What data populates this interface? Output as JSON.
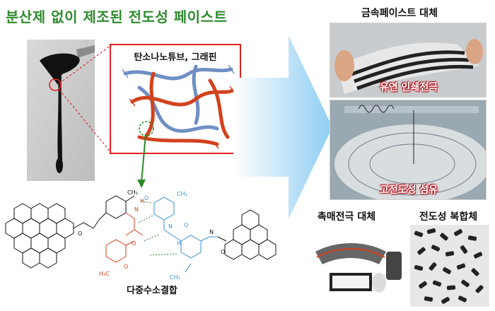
{
  "title": "분산제 없이 제조된 전도성 페이스트",
  "zoom_label": "탄소나노튜브, 그래핀",
  "molecule": {
    "caption": "다중수소결합",
    "atoms": {
      "ch3": "CH₃",
      "h3c": "H₃C",
      "o": "O",
      "n": "N",
      "h": "H"
    }
  },
  "applications": {
    "metal_paste_title": "금속페이스트 대체",
    "flexible_caption": "유연 인쇄전극",
    "fiber_caption": "고전도성 섬유",
    "catalyst_title": "촉매전극 대체",
    "composite_title": "전도성 복합체"
  },
  "colors": {
    "title_green": "#2e8b2e",
    "accent_red": "#e0211f",
    "tube_blue": "#6f8fc4",
    "tube_red": "#d2421e",
    "caption_red": "#b3131b",
    "arrow_blue": "#8ecdf2",
    "arrow_green": "#2a8a2a"
  }
}
